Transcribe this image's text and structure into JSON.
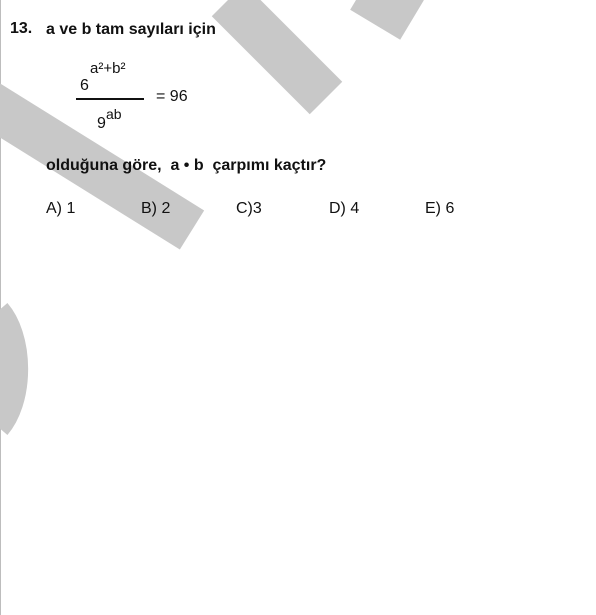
{
  "question": {
    "number": "13.",
    "stem": "a ve b tam sayıları için",
    "equation": {
      "numerator_base": "6",
      "numerator_exponent": "a²+b²",
      "denominator_base": "9",
      "denominator_exponent": "ab",
      "rhs": "= 96"
    },
    "follow_up": "olduğuna göre,  a • b  çarpımı kaçtır?"
  },
  "choices": [
    {
      "label": "A)",
      "value": "1"
    },
    {
      "label": "B)",
      "value": "2"
    },
    {
      "label": "C)",
      "value": "3"
    },
    {
      "label": "D)",
      "value": "4"
    },
    {
      "label": "E)",
      "value": "6"
    }
  ],
  "colors": {
    "watermark": "#c8c8c8",
    "text": "#111111"
  }
}
